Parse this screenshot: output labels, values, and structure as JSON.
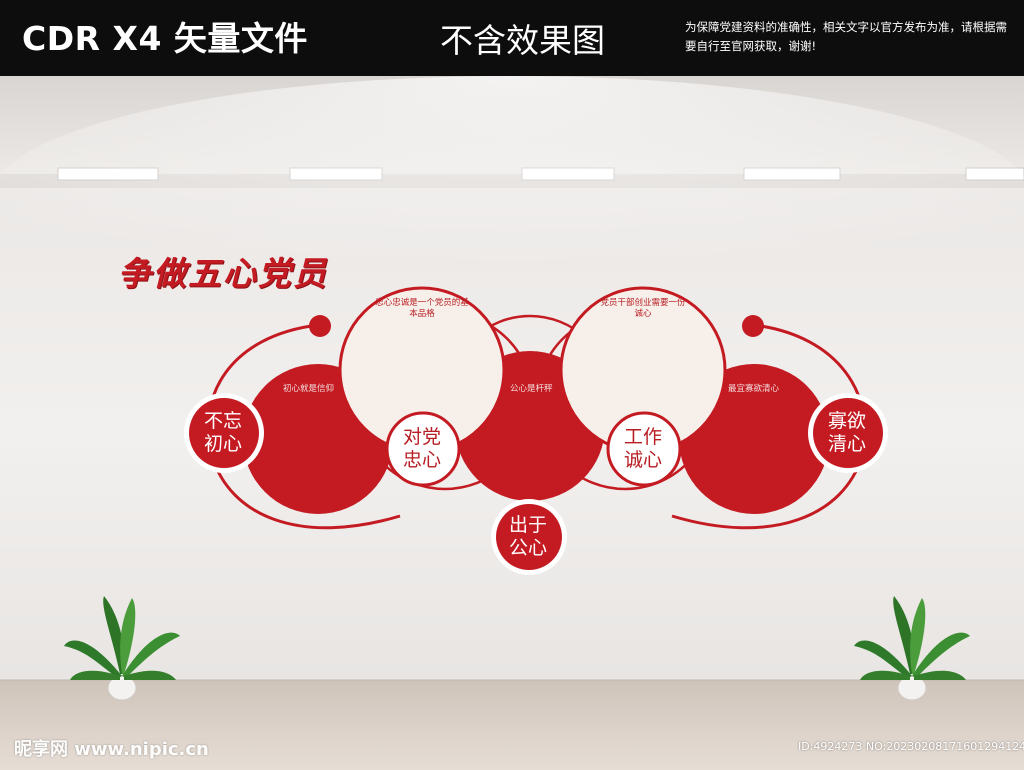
{
  "topbar": {
    "format_label": "CDR X4 矢量文件",
    "notice_label": "不含效果图",
    "disclaimer": "为保障党建资料的准确性，相关文字以官方发布为准，请根据需要自行至官网获取，谢谢!"
  },
  "wall": {
    "title": "争做五心党员",
    "big_circles": [
      {
        "caption": "初心就是信仰"
      },
      {
        "caption": "忠心忠诚是一个党员的基本品格"
      },
      {
        "caption": "公心是杆秤"
      },
      {
        "caption": "党员干部创业需要一份诚心"
      },
      {
        "caption": "最宜寡欲清心"
      }
    ],
    "badges": [
      {
        "line1": "不忘",
        "line2": "初心"
      },
      {
        "line1": "对党",
        "line2": "忠心"
      },
      {
        "line1": "出于",
        "line2": "公心"
      },
      {
        "line1": "工作",
        "line2": "诚心"
      },
      {
        "line1": "寡欲",
        "line2": "清心"
      }
    ]
  },
  "watermark": {
    "site": "昵享网 www.nipic.cn",
    "id_line": "ID:4924273 NO:20230208171601294124"
  },
  "colors": {
    "red": "#c41b23",
    "cream": "#f7f0ea",
    "wall": "#efeceb",
    "floor": "#d9cfc6"
  }
}
